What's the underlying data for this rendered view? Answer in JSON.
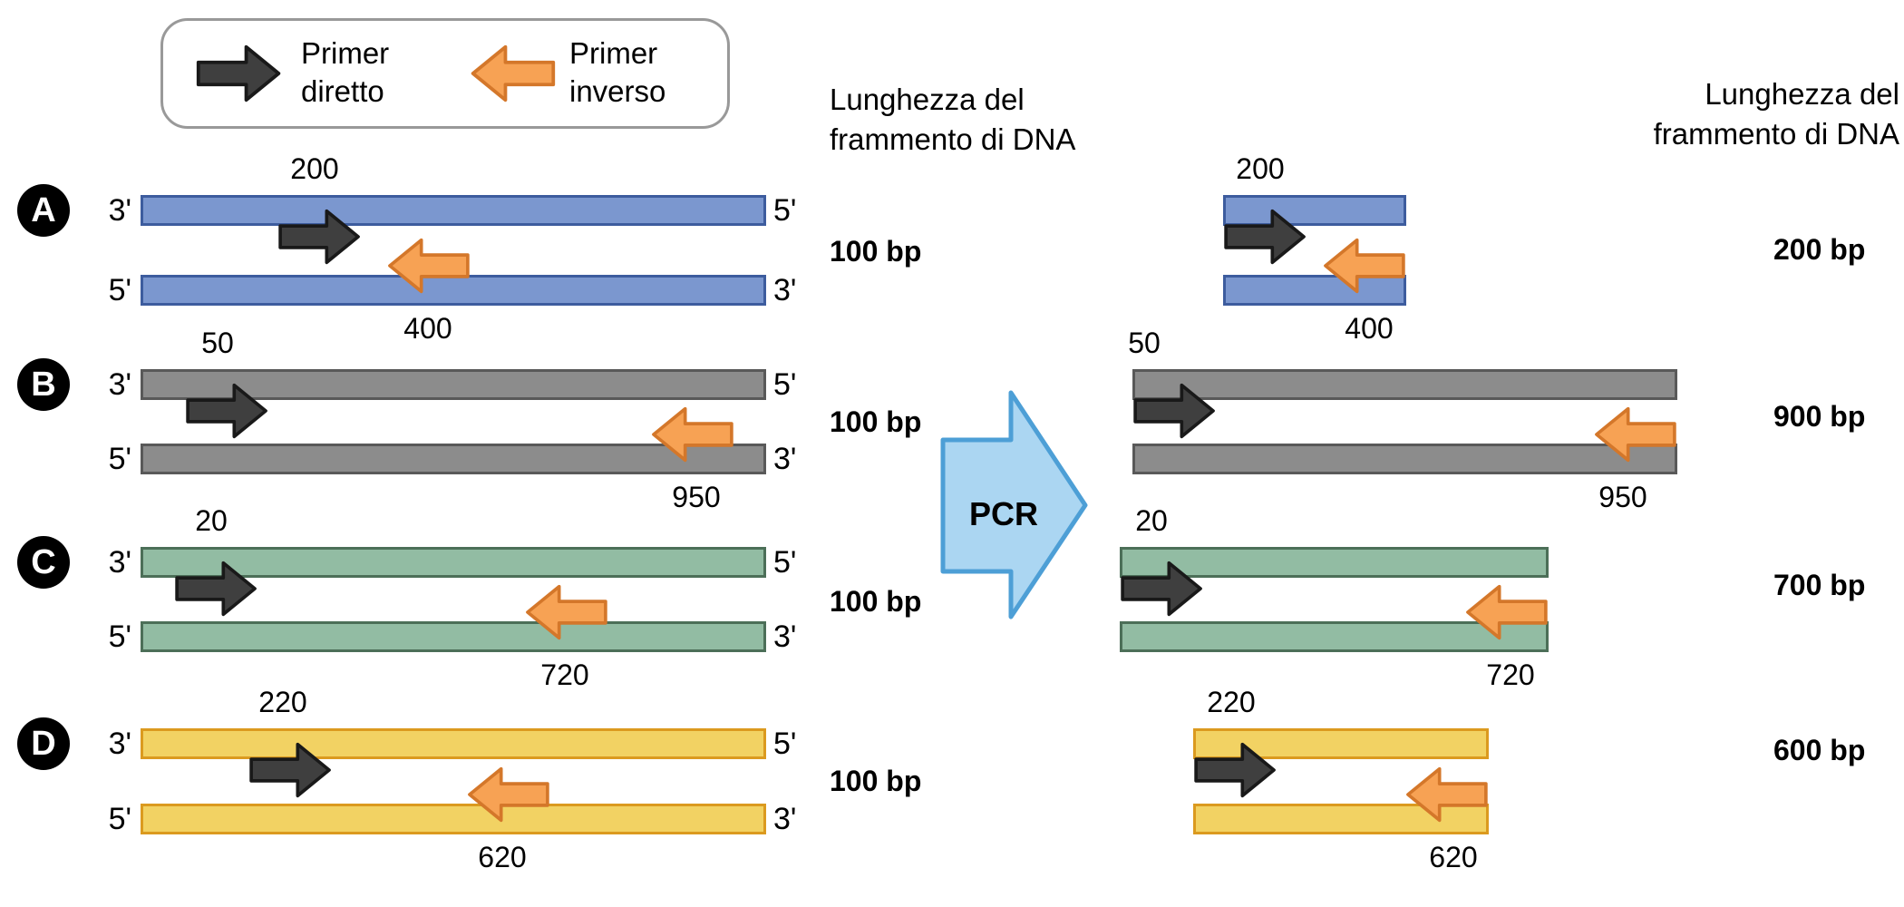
{
  "legend": {
    "forward_label": "Primer diretto",
    "reverse_label": "Primer inverso"
  },
  "headers": {
    "line1": "Lunghezza del",
    "line2": "frammento di DNA"
  },
  "pcr": {
    "label": "PCR"
  },
  "rows": [
    {
      "letter": "A",
      "color": "blue",
      "ends": {
        "tl": "3'",
        "tr": "5'",
        "bl": "5'",
        "br": "3'"
      },
      "forward_pos": "200",
      "reverse_pos": "400",
      "input_length": "100 bp",
      "product": {
        "forward_pos": "200",
        "reverse_pos": "400",
        "length": "200 bp"
      }
    },
    {
      "letter": "B",
      "color": "gray",
      "ends": {
        "tl": "3'",
        "tr": "5'",
        "bl": "5'",
        "br": "3'"
      },
      "forward_pos": "50",
      "reverse_pos": "950",
      "input_length": "100 bp",
      "product": {
        "forward_pos": "50",
        "reverse_pos": "950",
        "length": "900 bp"
      }
    },
    {
      "letter": "C",
      "color": "green",
      "ends": {
        "tl": "3'",
        "tr": "5'",
        "bl": "5'",
        "br": "3'"
      },
      "forward_pos": "20",
      "reverse_pos": "720",
      "input_length": "100 bp",
      "product": {
        "forward_pos": "20",
        "reverse_pos": "720",
        "length": "700 bp"
      }
    },
    {
      "letter": "D",
      "color": "yellow",
      "ends": {
        "tl": "3'",
        "tr": "5'",
        "bl": "5'",
        "br": "3'"
      },
      "forward_pos": "220",
      "reverse_pos": "620",
      "input_length": "100 bp",
      "product": {
        "forward_pos": "220",
        "reverse_pos": "620",
        "length": "600 bp"
      }
    }
  ],
  "colors": {
    "row_a_fill": "#7B97CF",
    "row_a_border": "#3D5C9E",
    "row_b_fill": "#8C8C8C",
    "row_b_border": "#595959",
    "row_c_fill": "#92BCA3",
    "row_c_border": "#4C6F58",
    "row_d_fill": "#F2D263",
    "row_d_border": "#DB9A1F",
    "primer_fwd_fill": "#3F3F3F",
    "primer_fwd_stroke": "#191919",
    "primer_rev_fill": "#F7A254",
    "primer_rev_stroke": "#D4772A",
    "pcr_fill": "#ABD6F2",
    "pcr_stroke": "#4D9FD6",
    "badge_bg": "#000000",
    "badge_text": "#FFFFFF",
    "legend_border": "#999999"
  }
}
